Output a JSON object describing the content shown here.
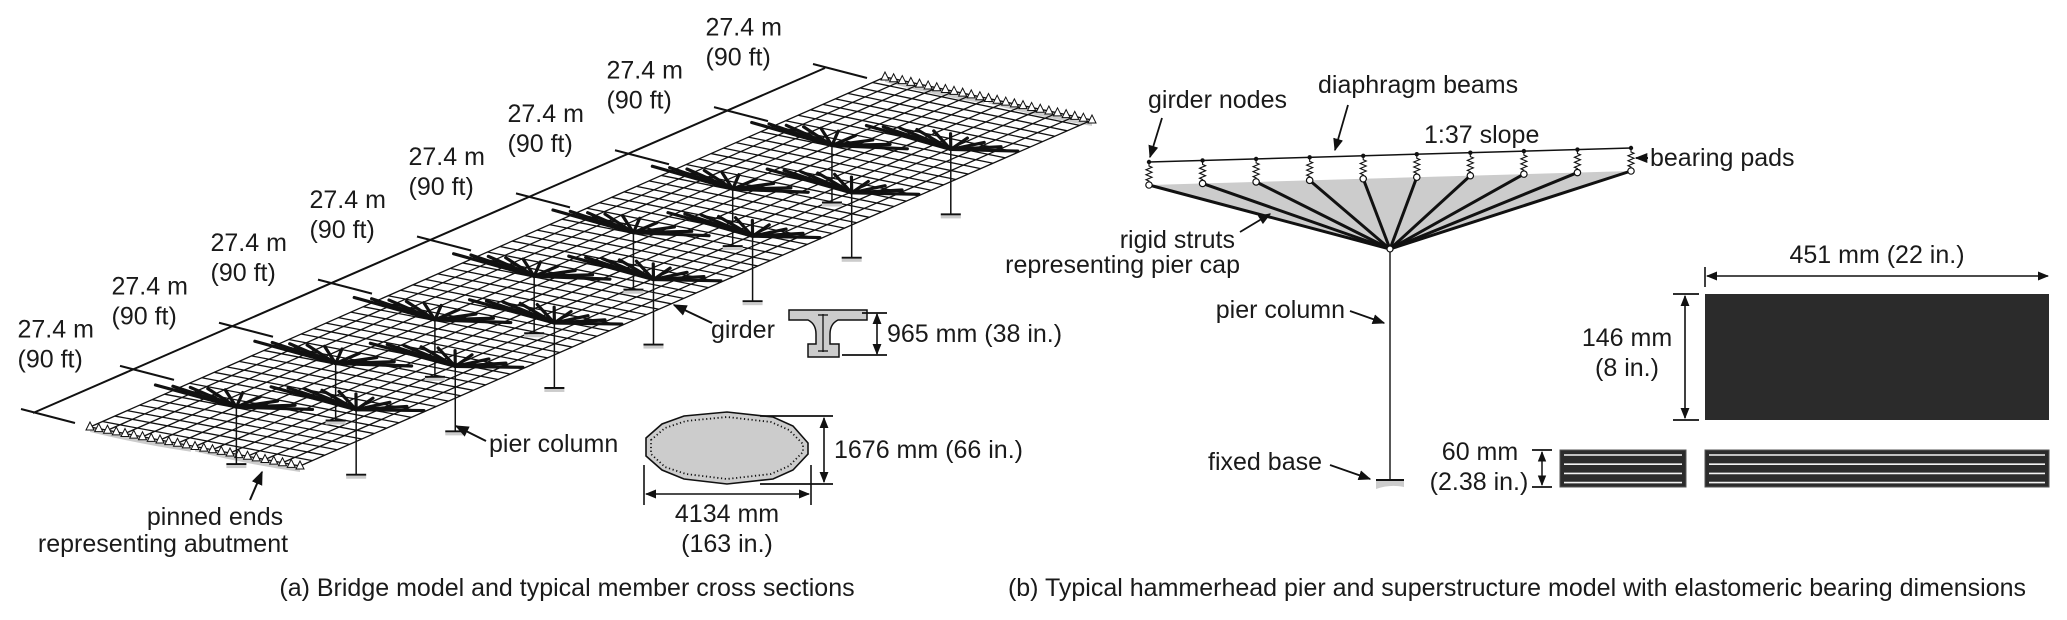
{
  "figure": {
    "panel_a": {
      "caption": "(a) Bridge model and typical member cross sections",
      "span_count": 8,
      "span_label_m": "27.4 m",
      "span_label_ft": "(90 ft)",
      "labels": {
        "girder": "girder",
        "pier_column": "pier column",
        "pinned_ends_line1": "pinned ends",
        "pinned_ends_line2": "representing abutment"
      },
      "girder_section": {
        "depth_label": "965 mm (38 in.)"
      },
      "column_section": {
        "height_label": "1676 mm (66 in.)",
        "width_label_line1": "4134 mm",
        "width_label_line2": "(163 in.)"
      },
      "pier_rows": 2,
      "piers_per_row": 7
    },
    "panel_b": {
      "caption": "(b) Typical hammerhead pier and superstructure model with elastomeric bearing dimensions",
      "labels": {
        "girder_nodes": "girder nodes",
        "diaphragm_beams": "diaphragm beams",
        "slope": "1:37 slope",
        "bearing_pads": "bearing pads",
        "rigid_struts_line1": "rigid struts",
        "rigid_struts_line2": "representing pier cap",
        "pier_column": "pier column",
        "fixed_base": "fixed base"
      },
      "girder_node_count": 10,
      "bearing": {
        "width_label": "451 mm (22 in.)",
        "plan_height_line1": "146 mm",
        "plan_height_line2": "(8 in.)",
        "thickness_line1": "60 mm",
        "thickness_line2": "(2.38 in.)",
        "shim_count": 4
      }
    },
    "colors": {
      "ink": "#111111",
      "fill_gray": "#cccccc",
      "bearing_dark": "#2b2b2b"
    }
  }
}
